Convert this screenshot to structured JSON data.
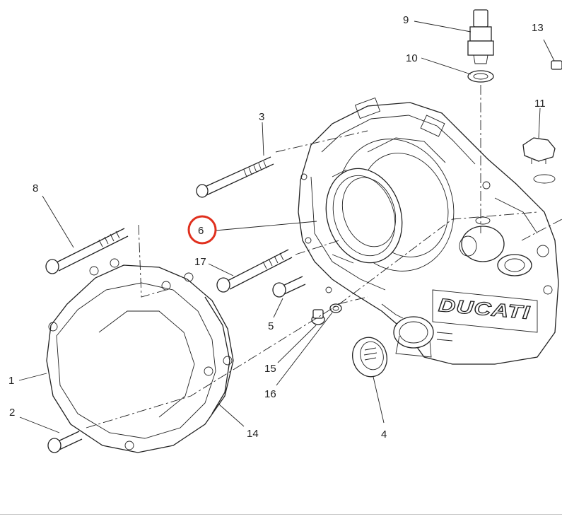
{
  "diagram": {
    "brand_mark": "DUCATI",
    "highlight_color": "#e0301e",
    "line_color": "#222222",
    "highlighted_part": "6",
    "callouts": {
      "c1": "1",
      "c2": "2",
      "c3": "3",
      "c4": "4",
      "c5": "5",
      "c6": "6",
      "c8": "8",
      "c9": "9",
      "c10": "10",
      "c11": "11",
      "c13": "13",
      "c14": "14",
      "c15": "15",
      "c16": "16",
      "c17": "17"
    }
  }
}
